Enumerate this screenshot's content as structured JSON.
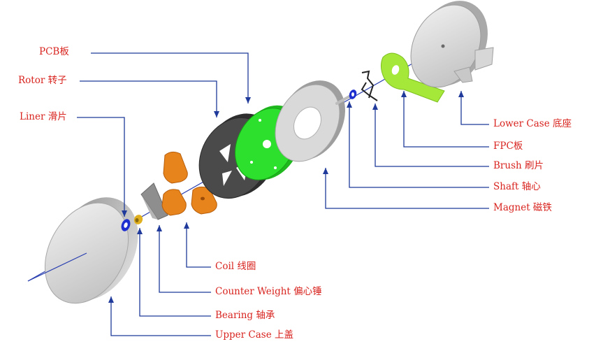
{
  "colors": {
    "label_text": "#d8231e",
    "leader_line": "#1f3a9a",
    "axis_line": "#2a3fb0",
    "pcb_green": "#2ee02e",
    "fpc_green": "#a6e83a",
    "coil_orange": "#e8841c",
    "rotor_dark": "#4a4a4a",
    "magnet_grey": "#d9d9d9",
    "case_grey": "#dcdcdc"
  },
  "labels": {
    "pcb": "PCB板",
    "rotor": "Rotor 转子",
    "liner": "Liner 滑片",
    "lower_case": "Lower Case 底座",
    "fpc": "FPC板",
    "brush": "Brush 刷片",
    "shaft": "Shaft 轴心",
    "magnet": "Magnet 磁铁",
    "coil": "Coil 线圈",
    "counter_weight": "Counter Weight 偏心锤",
    "bearing": "Bearing 轴承",
    "upper_case": "Upper Case 上盖"
  }
}
